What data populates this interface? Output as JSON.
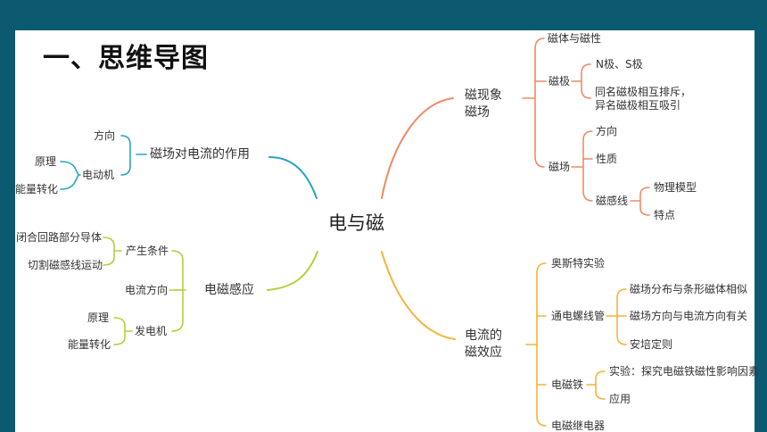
{
  "slide": {
    "title": "一、思维导图"
  },
  "mindmap": {
    "center": "电与磁",
    "colors": {
      "orange": "#f08a67",
      "teal": "#29a3bf",
      "green": "#b7ce3c",
      "yellow": "#f4b43a"
    },
    "branches": {
      "magnetism": {
        "label_line1": "磁现象",
        "label_line2": "磁场",
        "body": "磁体与磁性",
        "poles": "磁极",
        "poles_ns": "N极、S极",
        "poles_rule_line1": "同名磁极相互排斥，",
        "poles_rule_line2": "异名磁极相互吸引",
        "field": "磁场",
        "field_direction": "方向",
        "field_nature": "性质",
        "field_lines": "磁感线",
        "field_lines_model": "物理模型",
        "field_lines_features": "特点"
      },
      "force": {
        "label": "磁场对电流的作用",
        "direction": "方向",
        "motor": "电动机",
        "principle": "原理",
        "energy": "能量转化"
      },
      "induction": {
        "label": "电磁感应",
        "conditions": "产生条件",
        "closed_circuit": "闭合回路部分导体",
        "cutting": "切割磁感线运动",
        "current_direction": "电流方向",
        "generator": "发电机",
        "principle": "原理",
        "energy": "能量转化"
      },
      "current_magnetic": {
        "label_line1": "电流的",
        "label_line2": "磁效应",
        "oersted": "奥斯特实验",
        "solenoid": "通电螺线管",
        "solenoid_field": "磁场分布与条形磁体相似",
        "solenoid_dir": "磁场方向与电流方向有关",
        "ampere": "安培定则",
        "electromagnet": "电磁铁",
        "experiment": "实验：探究电磁铁磁性影响因素",
        "application": "应用",
        "relay": "电磁继电器"
      }
    }
  }
}
